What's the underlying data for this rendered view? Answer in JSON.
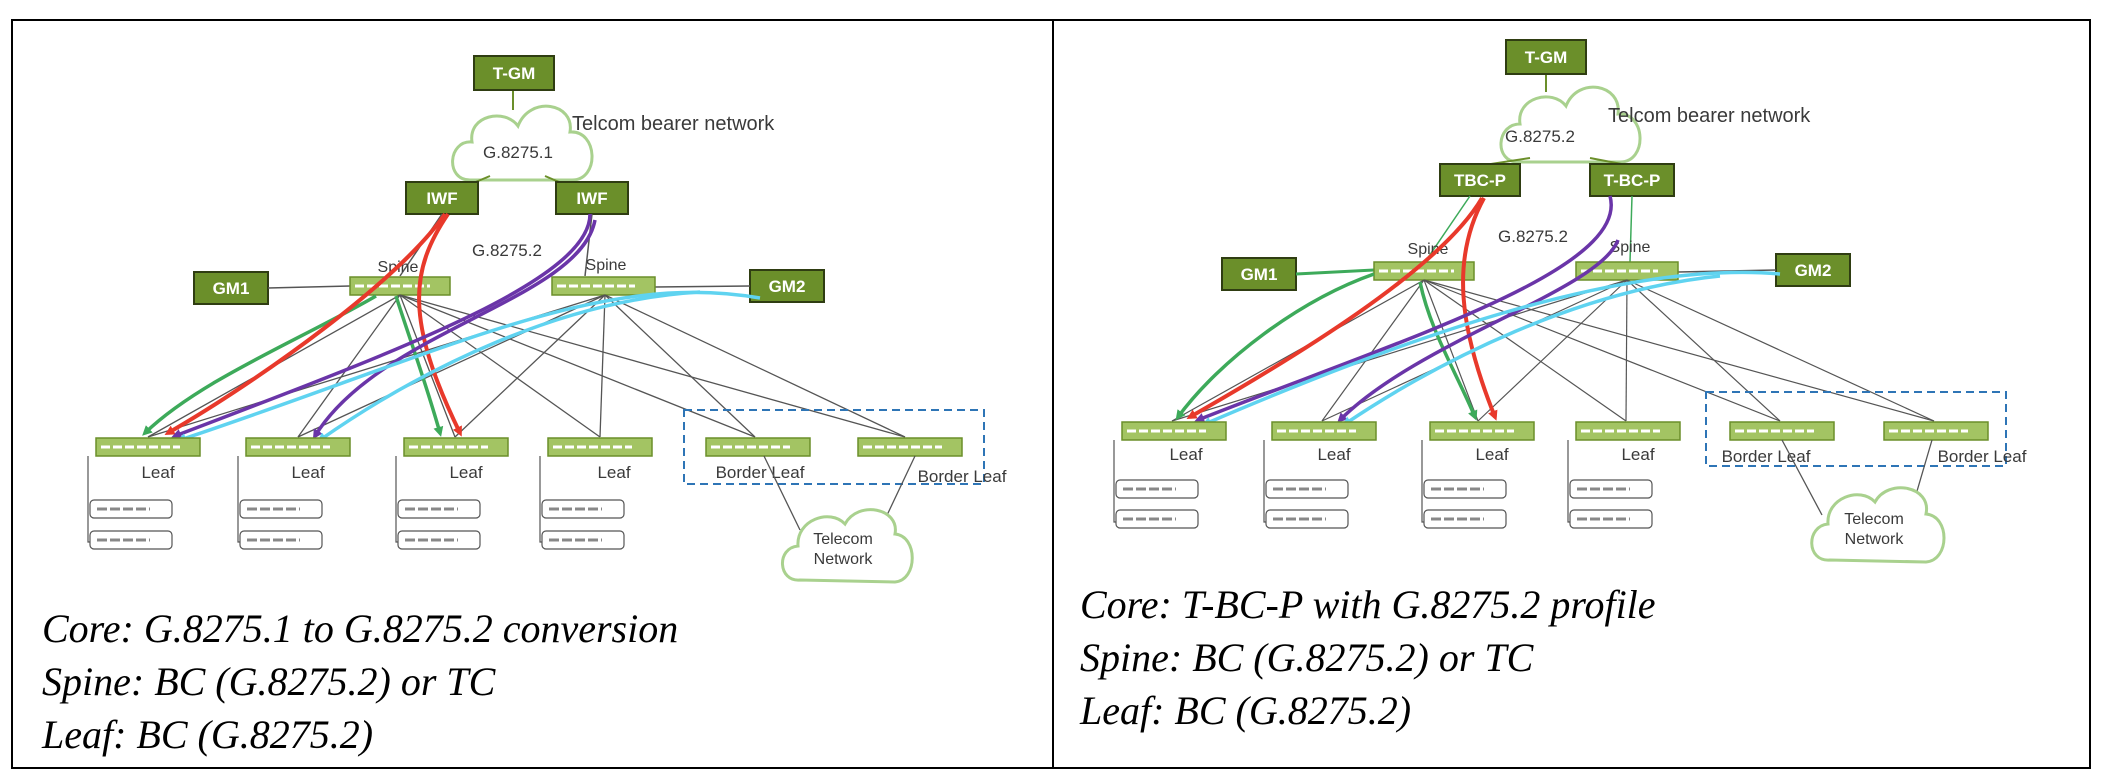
{
  "colors": {
    "green_box": "#6b8f2a",
    "switch_fill": "#a3c463",
    "cloud_stroke": "#a9d18e",
    "arrow_green": "#3daa5a",
    "arrow_red": "#e8392b",
    "arrow_purple": "#6a35a8",
    "arrow_cyan": "#5fd3f0",
    "dashed_box": "#2e75b6",
    "grey_line": "#555555"
  },
  "panels": [
    {
      "nodes": {
        "tgm": "T-GM",
        "core_left": "IWF",
        "core_right": "IWF",
        "gm1": "GM1",
        "gm2": "GM2"
      },
      "labels": {
        "cloud_top": "G.8275.1",
        "bearer": "Telcom bearer network",
        "mid_profile": "G.8275.2",
        "spine_left": "Spine",
        "spine_right": "Spine",
        "leaf1": "Leaf",
        "leaf2": "Leaf",
        "leaf3": "Leaf",
        "leaf4": "Leaf",
        "border1": "Border Leaf",
        "border2": "Border Leaf",
        "telecom_line1": "Telecom",
        "telecom_line2": "Network"
      },
      "caption": [
        "Core: G.8275.1 to G.8275.2 conversion",
        "Spine: BC (G.8275.2) or TC",
        "Leaf: BC (G.8275.2)"
      ]
    },
    {
      "nodes": {
        "tgm": "T-GM",
        "core_left": "TBC-P",
        "core_right": "T-BC-P",
        "gm1": "GM1",
        "gm2": "GM2"
      },
      "labels": {
        "cloud_top": "G.8275.2",
        "bearer": "Telcom bearer network",
        "mid_profile": "G.8275.2",
        "spine_left": "Spine",
        "spine_right": "Spine",
        "leaf1": "Leaf",
        "leaf2": "Leaf",
        "leaf3": "Leaf",
        "leaf4": "Leaf",
        "border1": "Border Leaf",
        "border2": "Border Leaf",
        "telecom_line1": "Telecom",
        "telecom_line2": "Network"
      },
      "caption": [
        "Core: T-BC-P with G.8275.2 profile",
        "Spine: BC (G.8275.2) or TC",
        "Leaf: BC (G.8275.2)"
      ]
    }
  ]
}
